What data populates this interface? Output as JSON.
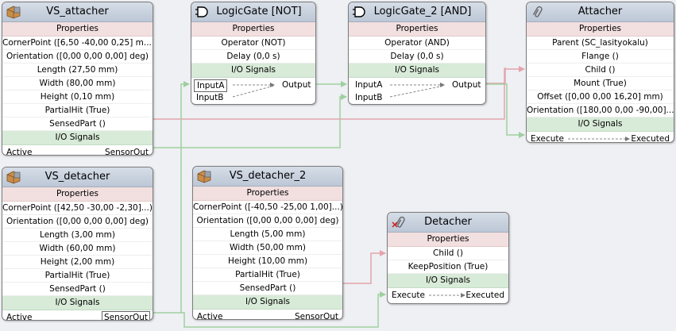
{
  "components": {
    "vs_attacher": {
      "title": "VS_attacher",
      "icon": "sensor-box-icon",
      "properties_label": "Properties",
      "properties": [
        "CornerPoint ([6,50 -40,00 0,25] m...)",
        "Orientation ([0,00 0,00 0,00] deg)",
        "Length (27,50 mm)",
        "Width (80,00 mm)",
        "Height (0,10 mm)",
        "PartialHit (True)",
        "SensedPart ()"
      ],
      "io_label": "I/O Signals",
      "io": {
        "left": "Active",
        "right": "SensorOut"
      }
    },
    "vs_detacher": {
      "title": "VS_detacher",
      "icon": "sensor-box-icon",
      "properties_label": "Properties",
      "properties": [
        "CornerPoint ([42,50 -30,00 -2,30]...)",
        "Orientation ([0,00 0,00 0,00] deg)",
        "Length (3,00 mm)",
        "Width (60,00 mm)",
        "Height (2,00 mm)",
        "PartialHit (True)",
        "SensedPart ()"
      ],
      "io_label": "I/O Signals",
      "io": {
        "left": "Active",
        "right": "SensorOut"
      }
    },
    "vs_detacher_2": {
      "title": "VS_detacher_2",
      "icon": "sensor-box-icon",
      "properties_label": "Properties",
      "properties": [
        "CornerPoint ([-40,50 -25,00 1,00]...)",
        "Orientation ([0,00 0,00 0,00] deg)",
        "Length (5,00 mm)",
        "Width (50,00 mm)",
        "Height (10,00 mm)",
        "PartialHit (True)",
        "SensedPart ()"
      ],
      "io_label": "I/O Signals",
      "io": {
        "left": "Active",
        "right": "SensorOut"
      }
    },
    "logicgate": {
      "title": "LogicGate [NOT]",
      "icon": "logic-gate-icon",
      "properties_label": "Properties",
      "properties": [
        "Operator (NOT)",
        "Delay (0,0 s)"
      ],
      "io_label": "I/O Signals",
      "io": {
        "in1": "InputA",
        "in2": "InputB",
        "out": "Output"
      }
    },
    "logicgate_2": {
      "title": "LogicGate_2 [AND]",
      "icon": "logic-gate-icon",
      "properties_label": "Properties",
      "properties": [
        "Operator (AND)",
        "Delay (0,0 s)"
      ],
      "io_label": "I/O Signals",
      "io": {
        "in1": "InputA",
        "in2": "InputB",
        "out": "Output"
      }
    },
    "attacher": {
      "title": "Attacher",
      "icon": "paperclip-icon",
      "properties_label": "Properties",
      "properties": [
        "Parent (SC_lasityokalu)",
        "Flange ()",
        "Child ()",
        "Mount (True)",
        "Offset ([0,00 0,00 16,20] mm)",
        "Orientation ([180,00 0,00 -90,00]...)"
      ],
      "io_label": "I/O Signals",
      "io": {
        "left": "Execute",
        "right": "Executed"
      }
    },
    "detacher": {
      "title": "Detacher",
      "icon": "paperclip-detach-icon",
      "properties_label": "Properties",
      "properties": [
        "Child ()",
        "KeepPosition (True)"
      ],
      "io_label": "I/O Signals",
      "io": {
        "left": "Execute",
        "right": "Executed"
      }
    }
  },
  "colors": {
    "signal_wire": "#9fcf9f",
    "property_wire": "#e4a4ac",
    "header": "#c8d1de",
    "properties_band": "#f2dfdf",
    "io_band": "#d8ead8"
  }
}
